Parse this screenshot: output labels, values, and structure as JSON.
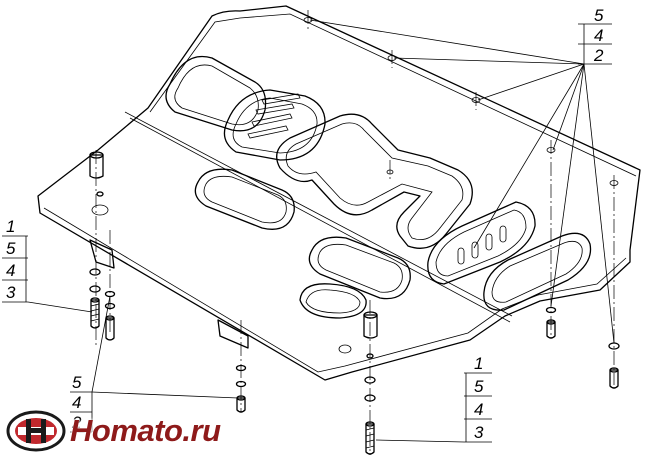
{
  "callouts": {
    "top_right": [
      "5",
      "4",
      "2"
    ],
    "left_middle": [
      "1",
      "5",
      "4",
      "3"
    ],
    "bottom_left": [
      "5",
      "4",
      "2"
    ],
    "bottom_right": [
      "1",
      "5",
      "4",
      "3"
    ]
  },
  "watermark": {
    "text": "Homato.ru",
    "colors": {
      "red": "#c0282d",
      "dark": "#1a1a1a"
    }
  },
  "colors": {
    "line": "#000000",
    "background": "#ffffff"
  }
}
